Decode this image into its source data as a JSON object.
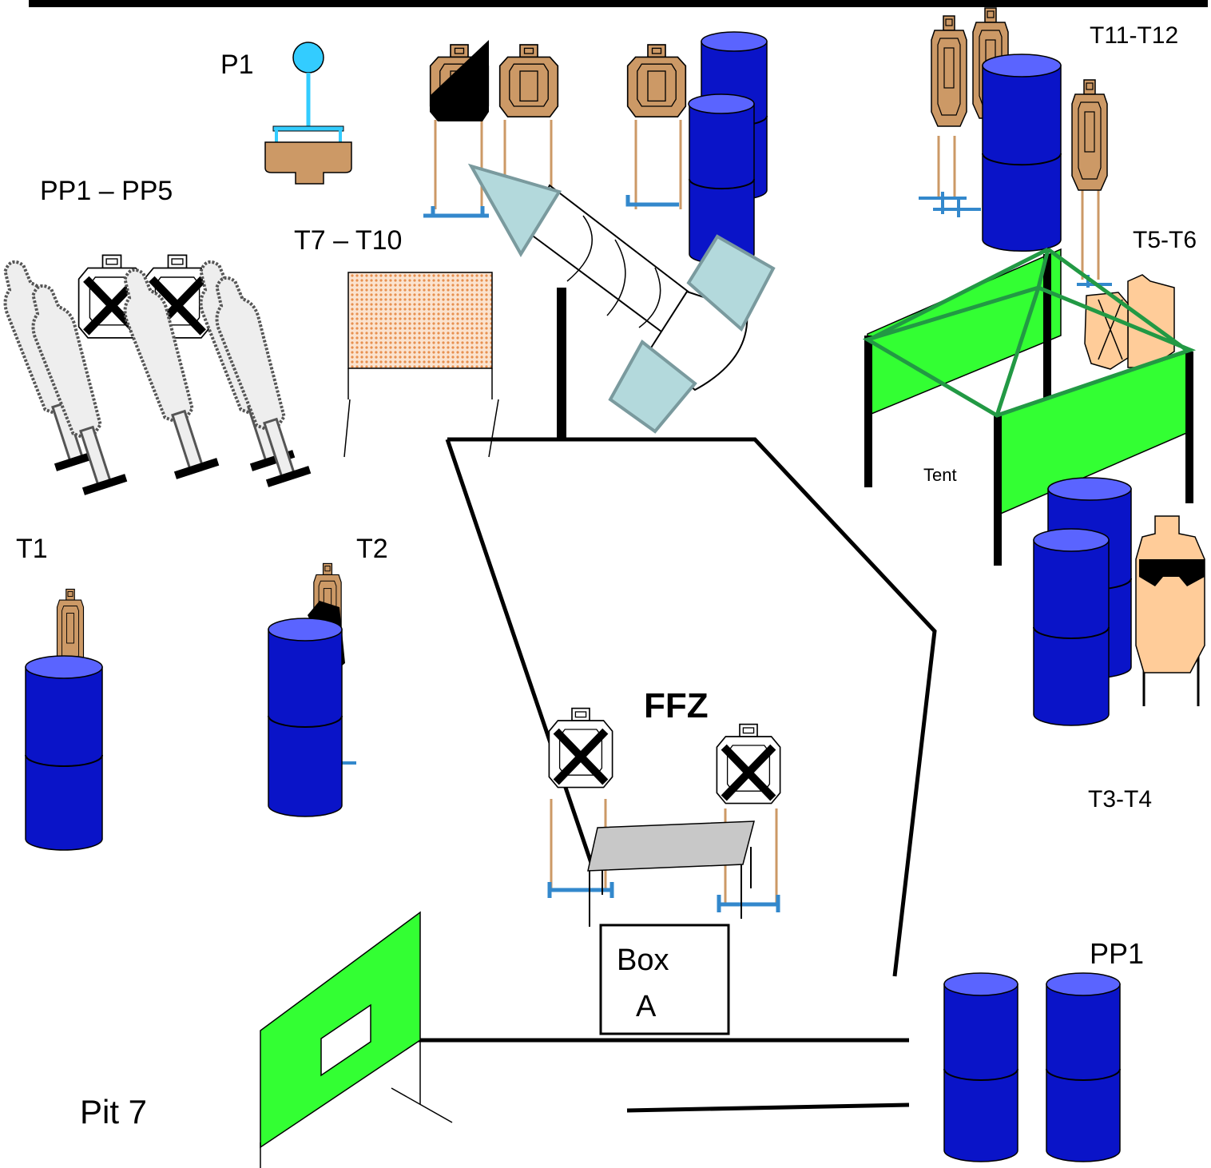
{
  "labels": {
    "p1": "P1",
    "pp1_pp5": "PP1 – PP5",
    "t7_t10": "T7 – T10",
    "t11_t12": "T11-T12",
    "t5_t6": "T5-T6",
    "tent": "Tent",
    "t1": "T1",
    "t2": "T2",
    "ffz": "FFZ",
    "t3_t4": "T3-T4",
    "box_line1": "Box",
    "box_line2": "A",
    "pp1": "PP1",
    "pit7": "Pit 7"
  },
  "colors": {
    "barrel": "#0a14c8",
    "barrel_top": "#5a64ff",
    "target_tan": "#cc9966",
    "target_light_tan": "#ffcc99",
    "wall_green": "#33ff33",
    "frame_green": "#229944",
    "port_blue": "#b3d9dc",
    "table_gray": "#c8c8c8",
    "popper_blue": "#33ccff",
    "stand_blue": "#3388cc",
    "mesh_orange": "#f0a070"
  }
}
